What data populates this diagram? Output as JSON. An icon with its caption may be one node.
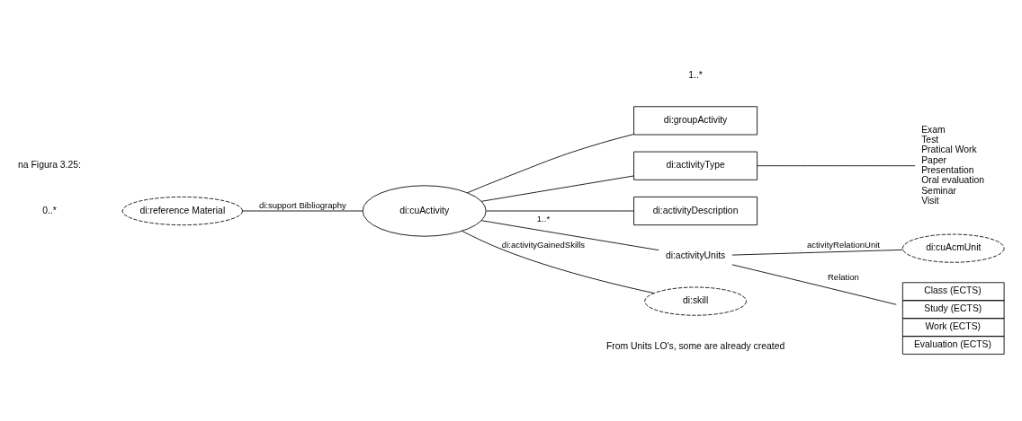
{
  "diagram": {
    "nodes": [
      {
        "text": [
          "di:reference Material"
        ]
      },
      {
        "text": [
          "di:cuActivity"
        ]
      },
      {
        "text": [
          "di:groupActivity"
        ]
      },
      {
        "text": [
          "di:activityType"
        ]
      },
      {
        "text": [
          "di:activityDescription"
        ]
      },
      {
        "text": [
          "Exam",
          "Test",
          "Pratical Work",
          "Paper",
          "Presentation",
          "Oral evaluation",
          "Seminar",
          "Visit"
        ]
      },
      {
        "text": [
          "di:activityUnits"
        ]
      },
      {
        "text": [
          "Class (ECTS)",
          "Study (ECTS)",
          "Work (ECTS)",
          "Evaluation (ECTS)"
        ]
      },
      {
        "text": [
          "di:skill"
        ],
        "beside": [
          "From Units LO's, some are already created"
        ]
      },
      {
        "text": [
          "di:cuAcmUnit"
        ]
      }
    ],
    "edges": [
      {
        "from": 0,
        "to": 1,
        "arrow": "none",
        "label": "di:support Bibliography"
      },
      {
        "from": 1,
        "to": 2,
        "arrow": "none"
      },
      {
        "from": 1,
        "to": 3,
        "arrow": "none"
      },
      {
        "from": 1,
        "to": 4,
        "arrow": "none"
      },
      {
        "from": 3,
        "to": 5,
        "arrow": "none"
      },
      {
        "from": 1,
        "to": 8,
        "arrow": "none",
        "label": "di:activityGainedSkills"
      },
      {
        "from": 1,
        "to": 6,
        "arrow": "none",
        "label": "1..*"
      },
      {
        "from": 6,
        "to": 7,
        "arrow": "none",
        "label": "Relation"
      },
      {
        "from": 6,
        "to": 9,
        "arrow": "none",
        "label": "activityRelationUnit"
      }
    ],
    "labels": [
      "na Figura 3.25:",
      "0..*",
      "1..*"
    ]
  }
}
